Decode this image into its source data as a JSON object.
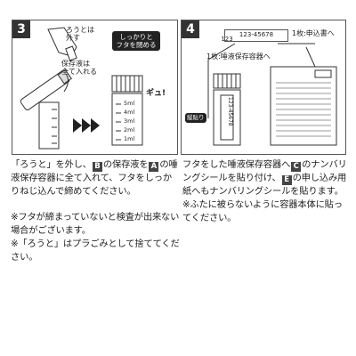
{
  "panel3": {
    "step": "3",
    "funnel_label": "ろうとは\n外す",
    "liquid_label": "保存液は\n全て入れる",
    "close_bubble": "しっかりと\nフタを閉める",
    "squeeze_label": "ギュ!",
    "scale_marks": [
      "5ml",
      "4ml",
      "3ml",
      "2ml",
      "1ml"
    ]
  },
  "panel4": {
    "step": "4",
    "barcode_number": "123-45678",
    "barcode_prefix": "123",
    "sticker_to_form": "1枚:申込書へ",
    "sticker_to_container": "1枚:唾液保存容器へ",
    "side_label": "縦貼り",
    "container_sticker_number": "123-45678"
  },
  "caption3": {
    "line1_a": "「ろうと」を外し、",
    "box_b": "B",
    "line1_b": "の保存液を",
    "box_a": "A",
    "line1_c": "の唾液保存容器に全て入れて、フタをしっかりねじ込んで締めてください。",
    "note1": "※フタが締まっていないと検査が出来ない場合がございます。",
    "note2": "※「ろうと」はプラごみとして捨ててください。"
  },
  "caption4": {
    "line_a": "フタをした唾液保存容器へ",
    "box_c": "C",
    "line_b": "のナンバリングシールを貼り付け、",
    "box_e": "E",
    "line_c": "の申し込み用紙へもナンバリングシールを貼ります。",
    "note": "※ふたに被らないように容器本体に貼ってください。"
  }
}
